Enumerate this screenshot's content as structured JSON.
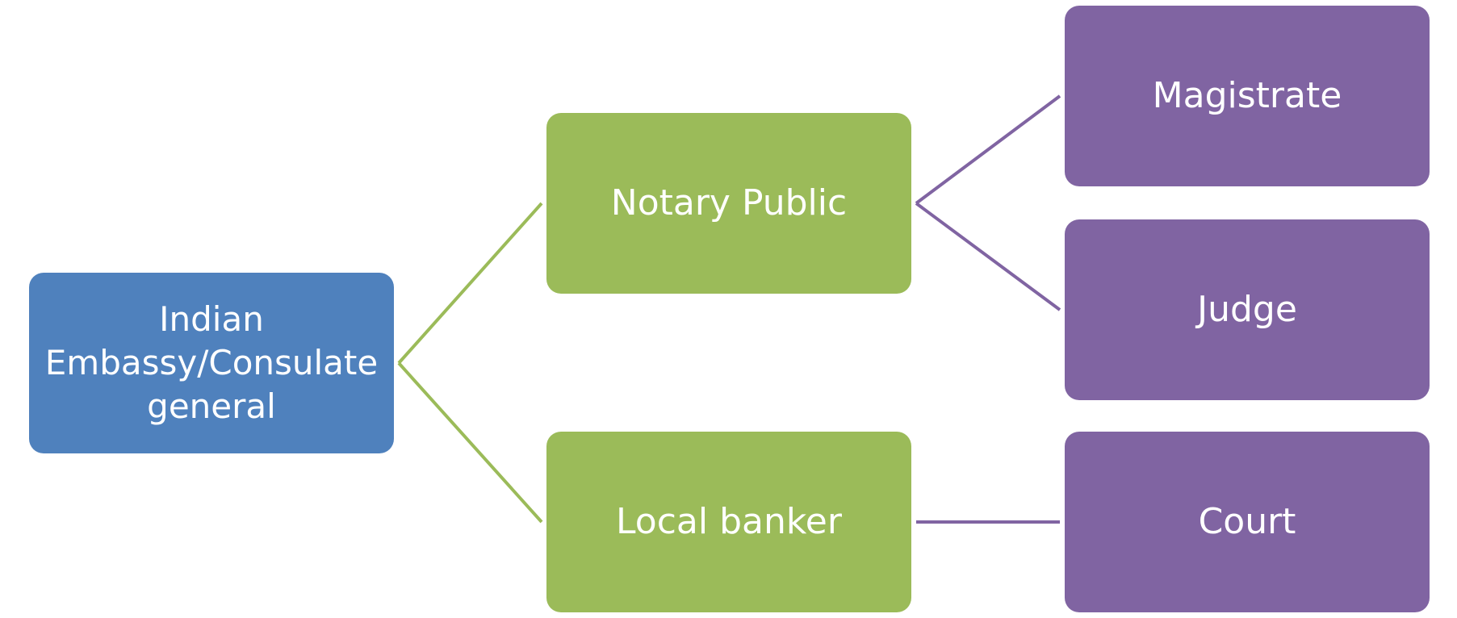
{
  "colors": {
    "root": "#4f81bd",
    "level2": "#9bbb59",
    "level3": "#8064a2",
    "connector_level2": "#9bbb59",
    "connector_level3": "#8064a2"
  },
  "nodes": {
    "root": {
      "lines": [
        "Indian",
        "Embassy/Consulate",
        "general"
      ]
    },
    "notary": {
      "label": "Notary Public"
    },
    "banker": {
      "label": "Local banker"
    },
    "magistrate": {
      "label": "Magistrate"
    },
    "judge": {
      "label": "Judge"
    },
    "court": {
      "label": "Court"
    }
  },
  "edges": [
    {
      "from": "root",
      "to": "notary"
    },
    {
      "from": "root",
      "to": "banker"
    },
    {
      "from": "notary",
      "to": "magistrate"
    },
    {
      "from": "notary",
      "to": "judge"
    },
    {
      "from": "banker",
      "to": "court"
    }
  ]
}
